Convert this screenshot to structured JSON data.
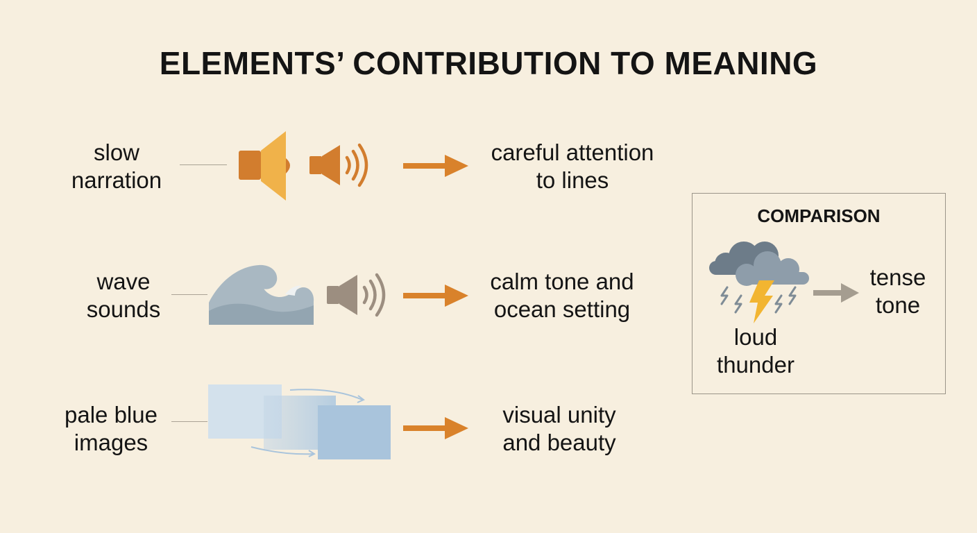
{
  "title": "ELEMENTS’ CONTRIBUTION TO MEANING",
  "rows": [
    {
      "element": [
        "slow",
        "narration"
      ],
      "meaning": [
        "careful attention",
        "to lines"
      ]
    },
    {
      "element": [
        "wave",
        "sounds"
      ],
      "meaning": [
        "calm tone and",
        "ocean setting"
      ]
    },
    {
      "element": [
        "pale blue",
        "images"
      ],
      "meaning": [
        "visual unity",
        "and beauty"
      ]
    }
  ],
  "comparison": {
    "heading": "COMPARISON",
    "element": [
      "loud",
      "thunder"
    ],
    "meaning": [
      "tense",
      "tone"
    ]
  },
  "colors": {
    "background": "#f7efdf",
    "arrow": "#d9822b",
    "speaker_light": "#f0b24a",
    "speaker_dark": "#d27d2e",
    "wave": "#a9b8c2",
    "grey_speaker": "#9c8e80",
    "pale_blue": "#a9c4dc",
    "cloud": "#7a8a98",
    "bolt": "#f2b531",
    "comparison_arrow": "#a59d90"
  },
  "icons": [
    "speaker-icon",
    "sound-waves-icon",
    "ocean-wave-icon",
    "image-layers-icon",
    "storm-cloud-icon",
    "lightning-icon",
    "arrow-right-icon"
  ]
}
